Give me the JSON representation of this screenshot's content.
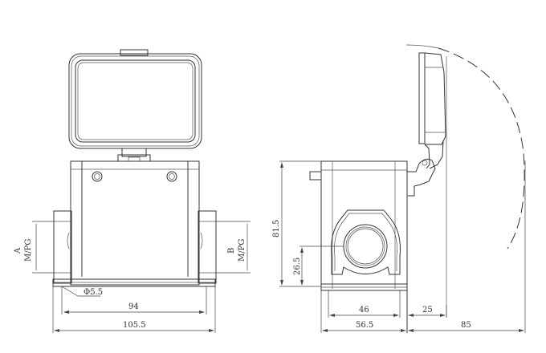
{
  "drawing": {
    "front_view": {
      "dimensions": {
        "hole_diameter": "Φ5.5",
        "mount_spacing": "94",
        "overall_width": "105.5",
        "entry_left_label": "A",
        "entry_left_thread": "M/PG",
        "entry_right_label": "B",
        "entry_right_thread": "M/PG"
      }
    },
    "side_view": {
      "dimensions": {
        "overall_height": "81.5",
        "entry_height": "26.5",
        "base_inner_width": "46",
        "base_width": "56.5",
        "hinge_offset": "25",
        "lid_swing_radius": "85"
      }
    },
    "colors": {
      "line": "#333333",
      "background": "#ffffff"
    }
  }
}
